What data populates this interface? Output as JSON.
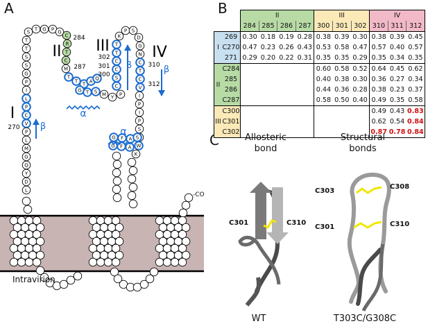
{
  "panels": {
    "a": "A",
    "b": "B",
    "c": "C"
  },
  "panel_a": {
    "intravirion": "Intravirion",
    "c_terminus": "-CO",
    "roman": [
      "I",
      "II",
      "III",
      "IV"
    ],
    "beta": "β",
    "alpha": "α",
    "numbers": {
      "n270": "270",
      "n284": "284",
      "n287": "287",
      "n300": "300",
      "n301": "301",
      "n302": "302",
      "n310": "310",
      "n312": "312"
    },
    "colors": {
      "blue": "#1a6ccf",
      "green": "#b8dba6",
      "membrane": "#c9b4b4"
    }
  },
  "panel_b": {
    "group_headers": [
      "II",
      "III",
      "IV"
    ],
    "col_headers": [
      "284",
      "285",
      "286",
      "287",
      "300",
      "301",
      "302",
      "310",
      "311",
      "312"
    ],
    "row_groups": [
      "I",
      "II",
      "III"
    ],
    "rows": [
      {
        "label": "269",
        "values": [
          "0.30",
          "0.18",
          "0.19",
          "0.28",
          "0.38",
          "0.39",
          "0.30",
          "0.38",
          "0.39",
          "0.45"
        ]
      },
      {
        "label": "C270",
        "values": [
          "0.47",
          "0.23",
          "0.26",
          "0.43",
          "0.53",
          "0.58",
          "0.47",
          "0.57",
          "0.40",
          "0.57"
        ]
      },
      {
        "label": "271",
        "values": [
          "0.29",
          "0.20",
          "0.22",
          "0.31",
          "0.35",
          "0.35",
          "0.29",
          "0.35",
          "0.34",
          "0.35"
        ]
      },
      {
        "label": "C284",
        "values": [
          "",
          "",
          "",
          "",
          "0.60",
          "0.58",
          "0.52",
          "0.64",
          "0.45",
          "0.62"
        ]
      },
      {
        "label": "285",
        "values": [
          "",
          "",
          "",
          "",
          "0.40",
          "0.38",
          "0.30",
          "0.36",
          "0.27",
          "0.34"
        ]
      },
      {
        "label": "286",
        "values": [
          "",
          "",
          "",
          "",
          "0.44",
          "0.36",
          "0.28",
          "0.38",
          "0.23",
          "0.37"
        ]
      },
      {
        "label": "C287",
        "values": [
          "",
          "",
          "",
          "",
          "0.58",
          "0.50",
          "0.40",
          "0.49",
          "0.35",
          "0.58"
        ]
      },
      {
        "label": "C300",
        "values": [
          "",
          "",
          "",
          "",
          "",
          "",
          "",
          "0.49",
          "0.43",
          "0.83"
        ]
      },
      {
        "label": "C301",
        "values": [
          "",
          "",
          "",
          "",
          "",
          "",
          "",
          "0.62",
          "0.54",
          "0.84"
        ]
      },
      {
        "label": "C302",
        "values": [
          "",
          "",
          "",
          "",
          "",
          "",
          "",
          "0.87",
          "0.78",
          "0.84"
        ]
      }
    ],
    "highlight_color": "#d01010"
  },
  "panel_c": {
    "left_title_1": "Allosteric",
    "left_title_2": "bond",
    "right_title_1": "Structural",
    "right_title_2": "bonds",
    "left_caption": "WT",
    "right_caption": "T303C/G308C",
    "labels": {
      "c301": "C301",
      "c310": "C310",
      "c303": "C303",
      "c308": "C308"
    },
    "colors": {
      "ribbon": "#8a8a8a",
      "disulfide": "#f2e600"
    }
  }
}
